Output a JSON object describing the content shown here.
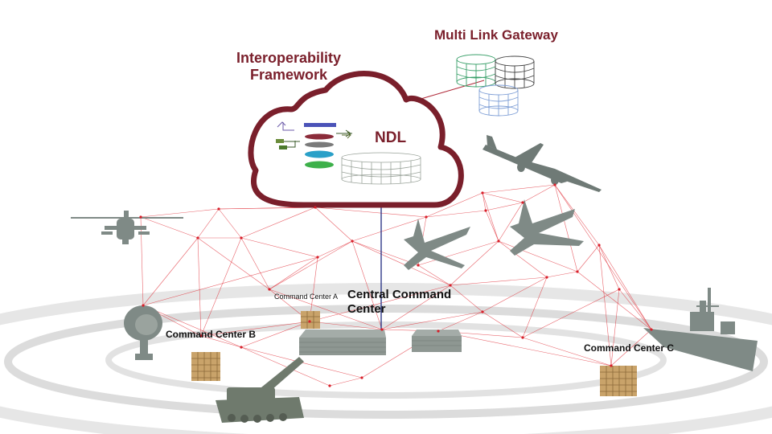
{
  "labels": {
    "interoperability_framework": "Interoperability Framework",
    "multi_link_gateway": "Multi Link Gateway",
    "ndl": "NDL",
    "central_command_center": "Central Command Center",
    "command_center_a": "Command Center A",
    "command_center_b": "Command Center B",
    "command_center_c": "Command Center C"
  },
  "colors": {
    "accent": "#7a1f2b",
    "link_lines": "#e0303a",
    "platforms": "#7f8a86",
    "rings": "#dcdcdc",
    "gateway_green": "#3aa06a",
    "gateway_dark": "#444444",
    "gateway_blue": "#7f9fd6",
    "node_box": "#c9a36a",
    "uplink": "#1f2a80"
  },
  "icons": {
    "helicopter": "helicopter-icon",
    "airliner": "aircraft-icon",
    "fighter_1": "fighter-jet-icon",
    "fighter_2": "fighter-jet-icon",
    "radar": "radar-dish-icon",
    "tank": "tank-icon",
    "ship": "warship-icon"
  }
}
